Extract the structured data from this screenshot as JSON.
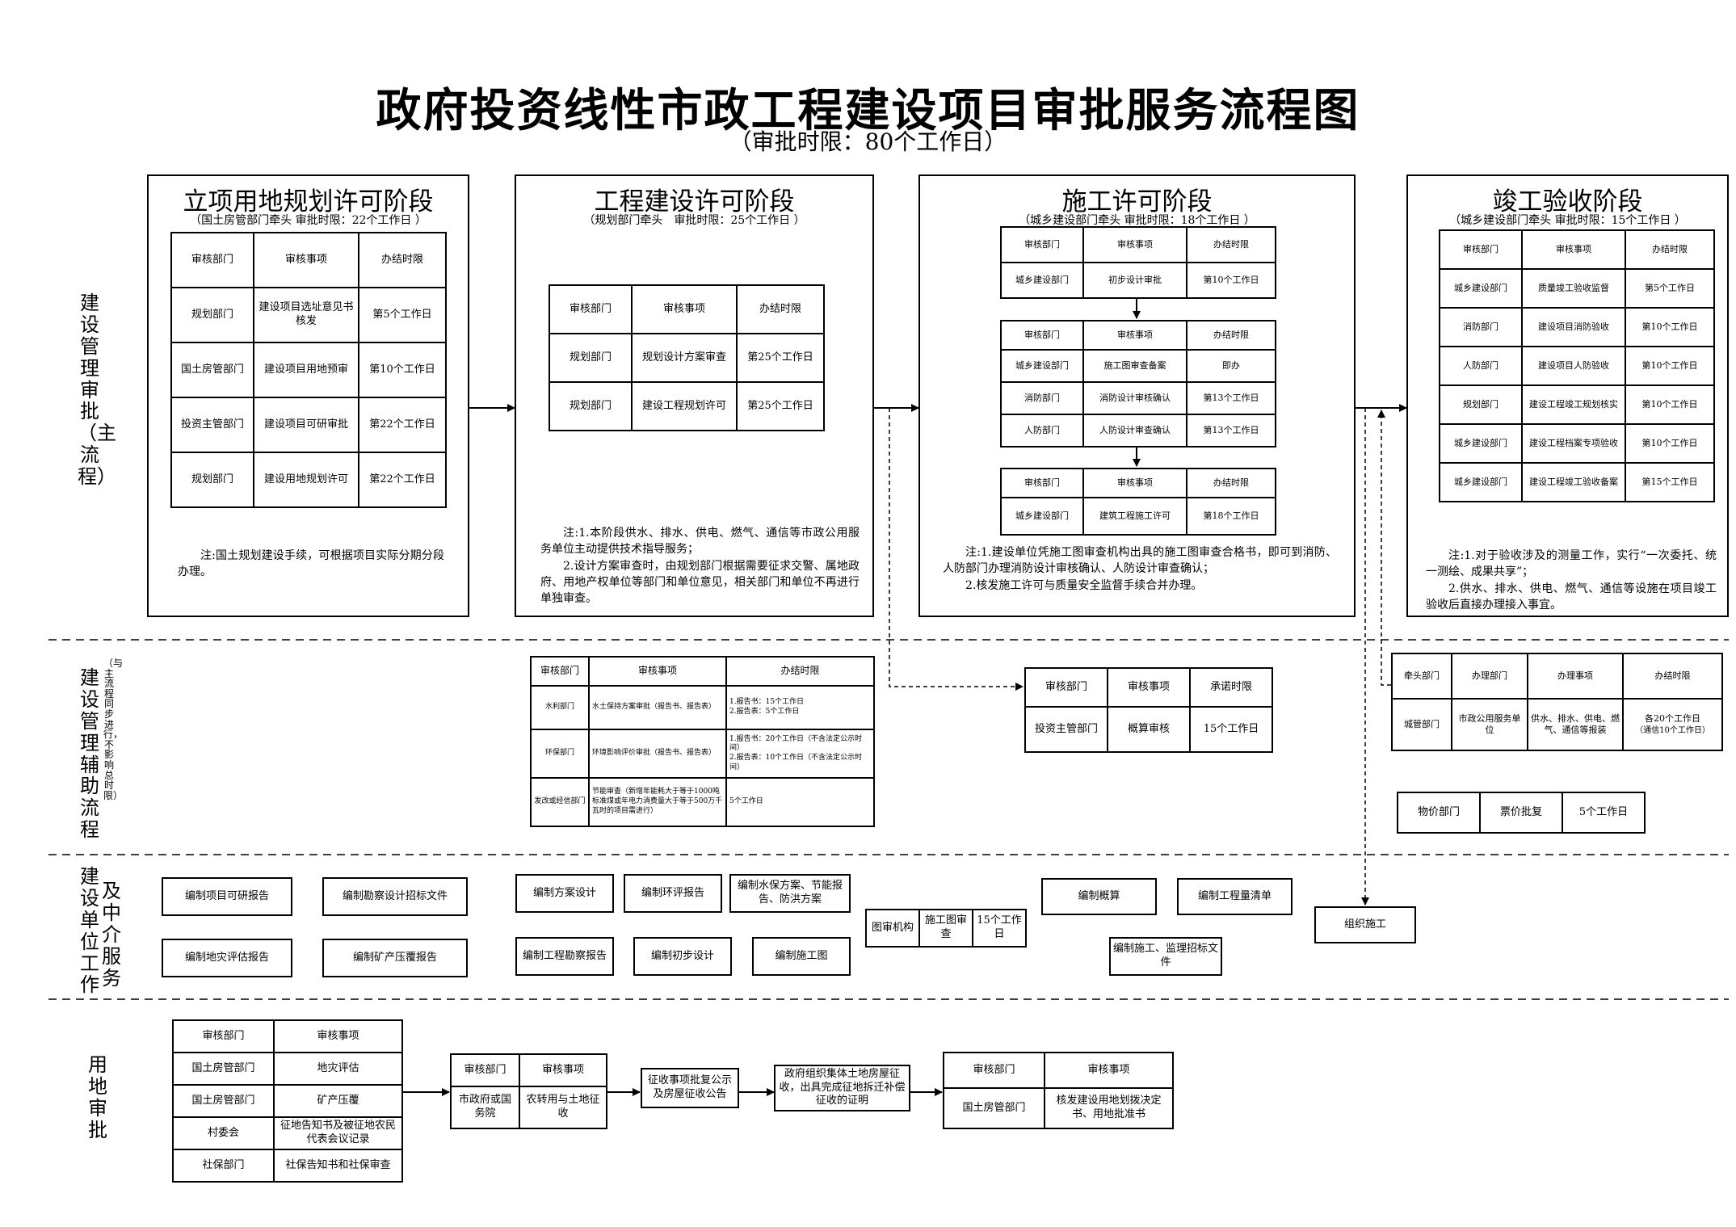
{
  "title": "政府投资线性市政工程建设项目审批服务流程图",
  "subtitle": "（审批时限：80个工作日）",
  "lanes": {
    "main": "建设管理审批（主流程）",
    "aux": "建设管理辅助流程",
    "aux_note": "（与主流程同步进行，不影响总时限）",
    "unit_a": "建设单位工作",
    "unit_b": "及中介服务",
    "land": "用地审批"
  },
  "stage1": {
    "title": "立项用地规划许可阶段",
    "sub": "（国土房管部门牵头 审批时限：22个工作日 ）",
    "header": [
      "审核部门",
      "审核事项",
      "办结时限"
    ],
    "rows": [
      [
        "规划部门",
        "建设项目选址意见书核发",
        "第5个工作日"
      ],
      [
        "国土房管部门",
        "建设项目用地预审",
        "第10个工作日"
      ],
      [
        "投资主管部门",
        "建设项目可研审批",
        "第22个工作日"
      ],
      [
        "规划部门",
        "建设用地规划许可",
        "第22个工作日"
      ]
    ],
    "note": "注:国土规划建设手续，可根据项目实际分期分段办理。"
  },
  "stage2": {
    "title": "工程建设许可阶段",
    "sub": "（规划部门牵头　审批时限：25个工作日 ）",
    "header": [
      "审核部门",
      "审核事项",
      "办结时限"
    ],
    "rows": [
      [
        "规划部门",
        "规划设计方案审查",
        "第25个工作日"
      ],
      [
        "规划部门",
        "建设工程规划许可",
        "第25个工作日"
      ]
    ],
    "note1": "注:1.本阶段供水、排水、供电、燃气、通信等市政公用服务单位主动提供技术指导服务；",
    "note2": "2.设计方案审查时，由规划部门根据需要征求交警、属地政府、用地产权单位等部门和单位意见，相关部门和单位不再进行单独审查。"
  },
  "stage3": {
    "title": "施工许可阶段",
    "sub": "（城乡建设部门牵头 审批时限：18个工作日 ）",
    "header": [
      "审核部门",
      "审核事项",
      "办结时限"
    ],
    "t1": [
      [
        "城乡建设部门",
        "初步设计审批",
        "第10个工作日"
      ]
    ],
    "t2": [
      [
        "城乡建设部门",
        "施工图审查备案",
        "即办"
      ],
      [
        "消防部门",
        "消防设计审核确认",
        "第13个工作日"
      ],
      [
        "人防部门",
        "人防设计审查确认",
        "第13个工作日"
      ]
    ],
    "t3": [
      [
        "城乡建设部门",
        "建筑工程施工许可",
        "第18个工作日"
      ]
    ],
    "note1": "注:1.建设单位凭施工图审查机构出具的施工图审查合格书，即可到消防、人防部门办理消防设计审核确认、人防设计审查确认；",
    "note2": "2.核发施工许可与质量安全监督手续合并办理。"
  },
  "stage4": {
    "title": "竣工验收阶段",
    "sub": "（城乡建设部门牵头 审批时限：15个工作日 ）",
    "header": [
      "审核部门",
      "审核事项",
      "办结时限"
    ],
    "rows": [
      [
        "城乡建设部门",
        "质量竣工验收监督",
        "第5个工作日"
      ],
      [
        "消防部门",
        "建设项目消防验收",
        "第10个工作日"
      ],
      [
        "人防部门",
        "建设项目人防验收",
        "第10个工作日"
      ],
      [
        "规划部门",
        "建设工程竣工规划核实",
        "第10个工作日"
      ],
      [
        "城乡建设部门",
        "建设工程档案专项验收",
        "第10个工作日"
      ],
      [
        "城乡建设部门",
        "建设工程竣工验收备案",
        "第15个工作日"
      ]
    ],
    "note1": "注:1.对于验收涉及的测量工作，实行“一次委托、统一测绘、成果共享”；",
    "note2": "2.供水、排水、供电、燃气、通信等设施在项目竣工验收后直接办理接入事宜。"
  },
  "aux1": {
    "header": [
      "审核部门",
      "审核事项",
      "办结时限"
    ],
    "rows": [
      [
        "水利部门",
        "水土保持方案审批（报告书、报告表）",
        "1.报告书：15个工作日\n2.报告表：5个工作日"
      ],
      [
        "环保部门",
        "环境影响评价审批（报告书、报告表）",
        "1.报告书：20个工作日（不含法定公示时间）\n2.报告表：10个工作日（不含法定公示时间）"
      ],
      [
        "发改或经信部门",
        "节能审查（新增年能耗大于等于1000吨标准煤或年电力消费量大于等于500万千瓦时的项目需进行）",
        "5个工作日"
      ]
    ]
  },
  "aux2": {
    "header": [
      "审核部门",
      "审核事项",
      "承诺时限"
    ],
    "rows": [
      [
        "投资主管部门",
        "概算审核",
        "15个工作日"
      ]
    ]
  },
  "aux3": {
    "header": [
      "牵头部门",
      "办理部门",
      "办理事项",
      "办结时限"
    ],
    "rows": [
      [
        "城管部门",
        "市政公用服务单位",
        "供水、排水、供电、燃气、通信等报装",
        "各20个工作日",
        "（通信10个工作日）"
      ]
    ]
  },
  "aux4": {
    "cells": [
      "物价部门",
      "票价批复",
      "5个工作日"
    ]
  },
  "unit_boxes": {
    "b1": "编制项目可研报告",
    "b2": "编制勘察设计招标文件",
    "b3": "编制地灾评估报告",
    "b4": "编制矿产压覆报告",
    "b5": "编制方案设计",
    "b6": "编制环评报告",
    "b7": "编制水保方案、节能报告、防洪方案",
    "b8": "编制工程勘察报告",
    "b9": "编制初步设计",
    "b10": "编制施工图",
    "b11": "编制概算",
    "b12": "编制工程量清单",
    "b13": "编制施工、监理招标文件",
    "b14": "组织施工"
  },
  "drawing_review": [
    "图审机构",
    "施工图审查",
    "15个工作日"
  ],
  "land": {
    "t1_header": [
      "审核部门",
      "审核事项"
    ],
    "t1_rows": [
      [
        "国土房管部门",
        "地灾评估"
      ],
      [
        "国土房管部门",
        "矿产压覆"
      ],
      [
        "村委会",
        "征地告知书及被征地农民代表会议记录"
      ],
      [
        "社保部门",
        "社保告知书和社保审查"
      ]
    ],
    "t2_header": [
      "审核部门",
      "审核事项"
    ],
    "t2_rows": [
      [
        "市政府或国务院",
        "农转用与土地征收"
      ]
    ],
    "box1": "征收事项批复公示及房屋征收公告",
    "box2": "政府组织集体土地房屋征收，出具完成征地拆迁补偿征收的证明",
    "t3_header": [
      "审核部门",
      "审核事项"
    ],
    "t3_rows": [
      [
        "国土房管部门",
        "核发建设用地划拨决定书、用地批准书"
      ]
    ]
  }
}
